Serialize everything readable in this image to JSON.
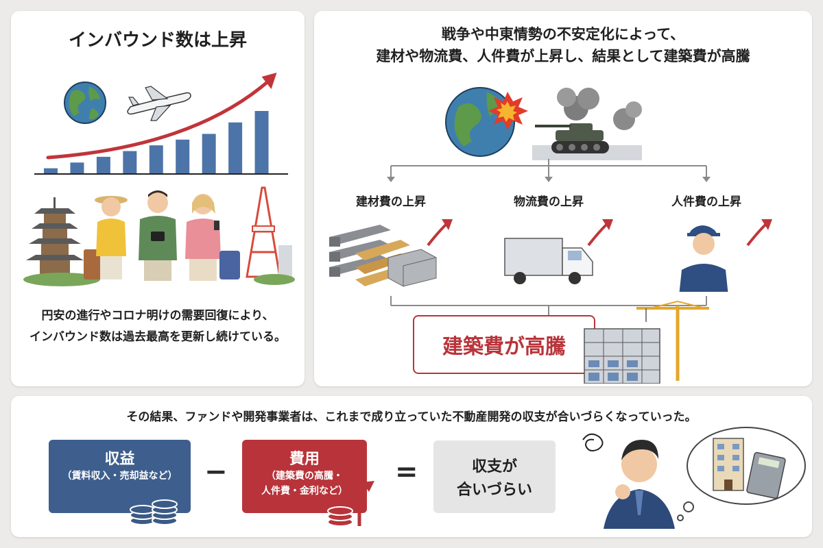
{
  "inbound": {
    "title": "インバウンド数は上昇",
    "desc_line1": "円安の進行やコロナ明けの需要回復により、",
    "desc_line2": "インバウンド数は過去最高を更新し続けている。"
  },
  "chart_data": {
    "type": "bar",
    "categories": [
      "",
      "",
      "",
      "",
      "",
      "",
      "",
      "",
      ""
    ],
    "values": [
      1,
      2,
      3,
      4,
      5,
      6,
      7,
      9,
      11
    ],
    "title": "",
    "xlabel": "",
    "ylabel": "",
    "grid": false,
    "trend_arrow": true
  },
  "cost": {
    "title_line1": "戦争や中東情勢の不安定化によって、",
    "title_line2": "建材や物流費、人件費が上昇し、結果として建築費が高騰",
    "factors": [
      {
        "label": "建材費の上昇"
      },
      {
        "label": "物流費の上昇"
      },
      {
        "label": "人件費の上昇"
      }
    ],
    "result_label": "建築費が高騰"
  },
  "result": {
    "title": "その結果、ファンドや開発事業者は、これまで成り立っていた不動産開発の収支が合いづらくなっていった。",
    "revenue_title": "収益",
    "revenue_sub": "（賃料収入・売却益など）",
    "minus_sign": "−",
    "cost_title": "費用",
    "cost_sub_line1": "（建築費の高騰・",
    "cost_sub_line2": "人件費・金利など）",
    "equals_sign": "=",
    "outcome_line1": "収支が",
    "outcome_line2": "合いづらい"
  },
  "colors": {
    "navy": "#3e5f8d",
    "red": "#b8343a",
    "gray_box": "#e5e5e5",
    "bar": "#4d74a8",
    "arrow": "#c0353a"
  }
}
